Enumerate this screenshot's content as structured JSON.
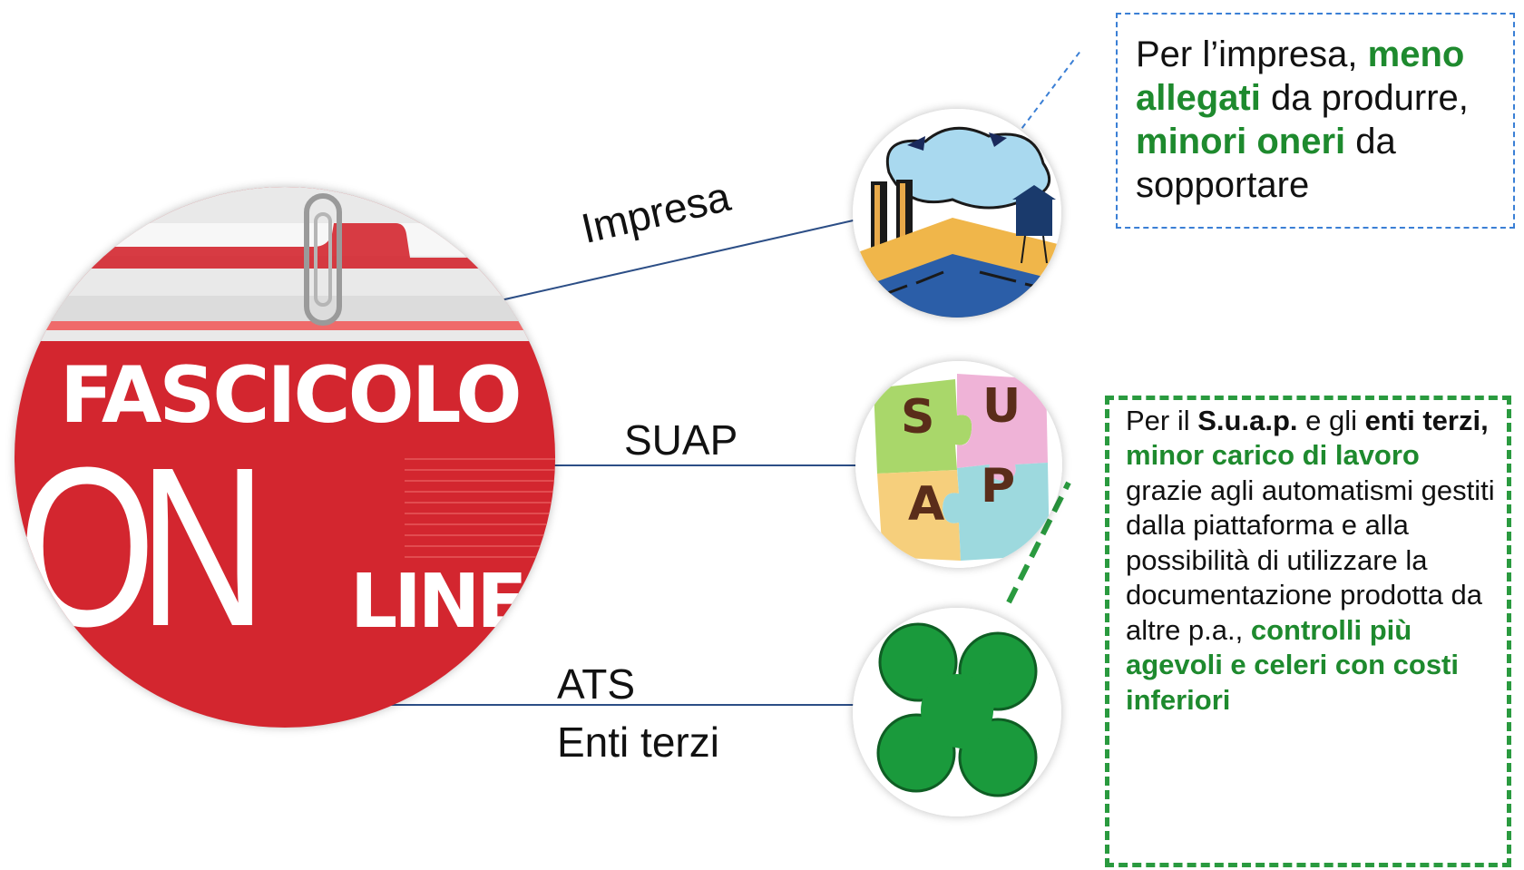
{
  "logo": {
    "title_top": "FASCICOLO",
    "title_bottom": "ON",
    "title_suffix": "LINE"
  },
  "nodes": [
    {
      "id": "impresa",
      "label": "Impresa",
      "icon": "factory-icon"
    },
    {
      "id": "suap",
      "label": "SUAP",
      "icon": "puzzle-icon",
      "puzzle_letters": [
        "S",
        "U",
        "A",
        "P"
      ]
    },
    {
      "id": "ats",
      "label_line1": "ATS",
      "label_line2": "Enti terzi",
      "icon": "lombardy-cross-icon"
    }
  ],
  "callouts": {
    "impresa": {
      "t1": "Per l’impresa, ",
      "h1": "meno allegati",
      "t2": " da produrre, ",
      "h2": "minori oneri",
      "t3": " da sopportare"
    },
    "suap": {
      "t1": "Per il ",
      "b1": "S.u.a.p.",
      "t2": " e gli ",
      "b2": "enti terzi,",
      "h1": " minor carico di lavoro",
      "t3": " grazie agli automatismi gestiti dalla piattaforma e alla possibilità di utilizzare la documentazione prodotta da altre p.a., ",
      "h2": "controlli più agevoli e celeri con costi inferiori"
    }
  },
  "colors": {
    "connector": "#2c4e86",
    "accent_green": "#1e8a2e",
    "dash_blue": "#3a7fd5",
    "dash_green": "#2a9a3f",
    "logo_red": "#d3262f",
    "lombardy_green": "#1a9a3c"
  }
}
